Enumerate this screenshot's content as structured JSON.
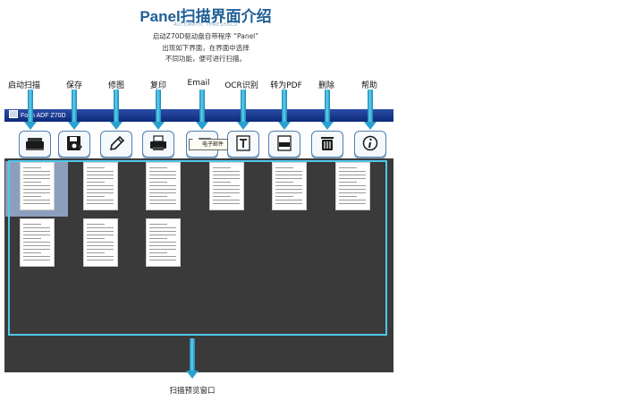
{
  "header": {
    "title": "Panel扫描界面介绍",
    "subtitle": "AUTOMATIC THRESHOLD",
    "intro_lines": [
      "启动Z70D驱动盘自带程序 “Panel”",
      "出现如下界面，在界面中选择",
      "不同功能，便可进行扫描。"
    ]
  },
  "functions": [
    {
      "label": "启动扫描",
      "icon": "scanner-icon"
    },
    {
      "label": "保存",
      "icon": "save-icon"
    },
    {
      "label": "修图",
      "icon": "pencil-icon"
    },
    {
      "label": "复印",
      "icon": "printer-icon"
    },
    {
      "label": "Email",
      "icon": "email-icon"
    },
    {
      "label": "OCR识别",
      "icon": "ocr-icon"
    },
    {
      "label": "转为PDF",
      "icon": "pdf-icon"
    },
    {
      "label": "删除",
      "icon": "trash-icon"
    },
    {
      "label": "帮助",
      "icon": "info-icon"
    }
  ],
  "window": {
    "title": "Foun    ADF Z70D"
  },
  "tooltip": "电子邮件",
  "preview": {
    "label": "扫描预览窗口",
    "thumbnail_count": 9,
    "selected_index": 0
  }
}
